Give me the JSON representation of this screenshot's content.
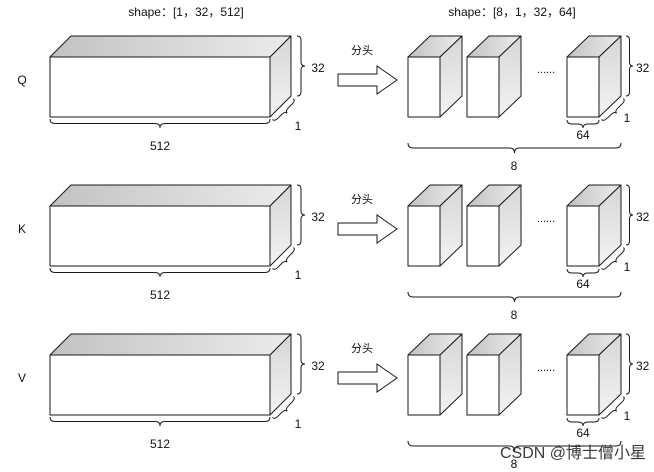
{
  "header": {
    "input_shape": "shape：[1，32，512]",
    "output_shape": "shape：[8，1，32，64]"
  },
  "rows": [
    {
      "label": "Q",
      "input_dims": {
        "height": "32",
        "depth": "1",
        "width": "512"
      },
      "split_label": "分头",
      "head_dims": {
        "height": "32",
        "depth": "1",
        "width": "64",
        "count": "8"
      },
      "ellipsis": "......"
    },
    {
      "label": "K",
      "input_dims": {
        "height": "32",
        "depth": "1",
        "width": "512"
      },
      "split_label": "分头",
      "head_dims": {
        "height": "32",
        "depth": "1",
        "width": "64",
        "count": "8"
      },
      "ellipsis": "......"
    },
    {
      "label": "V",
      "input_dims": {
        "height": "32",
        "depth": "1",
        "width": "512"
      },
      "split_label": "分头",
      "head_dims": {
        "height": "32",
        "depth": "1",
        "width": "64",
        "count": "8"
      },
      "ellipsis": "......"
    }
  ],
  "watermark": "CSDN @博士僧小星",
  "colors": {
    "outline": "#1a1a1a",
    "front_face": "#ffffff",
    "top_face": [
      "#c2c2c2",
      "#ececec"
    ],
    "side_face": [
      "#d6d6d6",
      "#f3f3f3"
    ],
    "arrow_fill": "#ffffff",
    "text": "#111111",
    "watermark": "#3a3a3a"
  }
}
